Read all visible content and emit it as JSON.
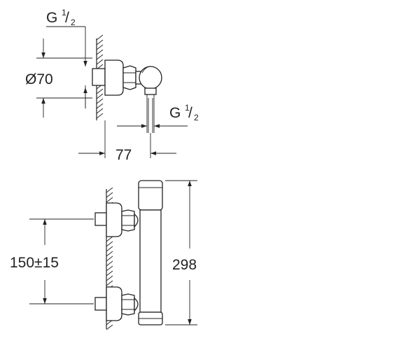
{
  "labels": {
    "inlet_thread_top": "G",
    "inlet_thread_top_num": "1",
    "inlet_thread_top_den": "2",
    "diameter": "Ø70",
    "outlet_thread": "G",
    "outlet_thread_num": "1",
    "outlet_thread_den": "2",
    "depth": "77",
    "spacing": "150±15",
    "height": "298"
  }
}
